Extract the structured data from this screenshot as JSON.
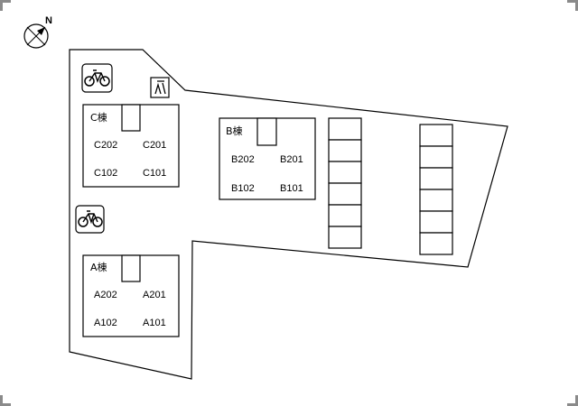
{
  "compass": {
    "north_label": "N",
    "icon": "compass-icon"
  },
  "icons": {
    "bicycle": "bicycle-icon",
    "trash": "trash-icon"
  },
  "buildings": [
    {
      "name": "C棟",
      "rooms": [
        "C202",
        "C201",
        "C102",
        "C101"
      ]
    },
    {
      "name": "B棟",
      "rooms": [
        "B202",
        "B201",
        "B102",
        "B101"
      ]
    },
    {
      "name": "A棟",
      "rooms": [
        "A202",
        "A201",
        "A102",
        "A101"
      ]
    }
  ],
  "parking": {
    "left_column_spaces": 6,
    "right_column_spaces": 6
  }
}
